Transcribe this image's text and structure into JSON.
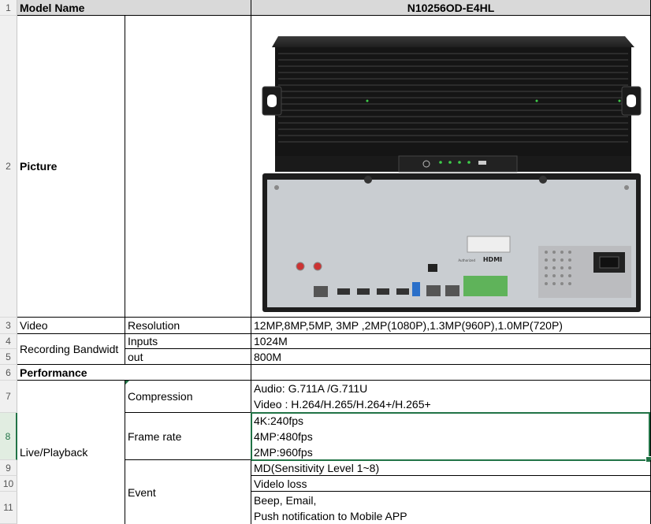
{
  "rows": {
    "r1": "1",
    "r2": "2",
    "r3": "3",
    "r4": "4",
    "r5": "5",
    "r6": "6",
    "r7": "7",
    "r8": "8",
    "r9": "9",
    "r10": "10",
    "r11": "11"
  },
  "spec": {
    "model_label": "Model Name",
    "model_value": "N10256OD-E4HL",
    "picture_label": "Picture",
    "video_label": "Video",
    "resolution_label": "Resolution",
    "resolution_value": "12MP,8MP,5MP, 3MP ,2MP(1080P),1.3MP(960P),1.0MP(720P)",
    "bandwidth_label": "Recording Bandwidt",
    "inputs_label": "Inputs",
    "inputs_value": "1024M",
    "out_label": "out",
    "out_value": "800M",
    "performance_label": "Performance",
    "live_label": "Live/Playback",
    "compression_label": "Compression",
    "compression_audio": "Audio: G.711A /G.711U",
    "compression_video": "Video : H.264/H.265/H.264+/H.265+",
    "framerate_label": "Frame rate",
    "fr_4k": "4K:240fps",
    "fr_4mp": "4MP:480fps",
    "fr_2mp": "2MP:960fps",
    "event_label": "Event",
    "event_md": "MD(Sensitivity Level 1~8)",
    "event_loss": "Videlo loss",
    "event_beep": "Beep, Email,",
    "event_push": "Push notification to Mobile APP"
  },
  "device_labels": {
    "hdmi_logo": "HDMI",
    "authorized_text": "Authorized"
  },
  "colors": {
    "selection": "#217346",
    "header_bg": "#d9d9d9",
    "terminal_green": "#5fb35a",
    "led_green": "#3ecf4a"
  }
}
